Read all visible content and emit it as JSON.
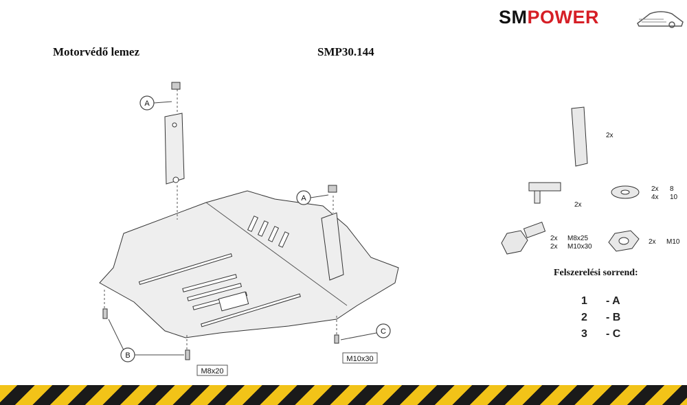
{
  "brand": {
    "part1": "SM",
    "part2": "POWER"
  },
  "header": {
    "title_left": "Motorvédő lemez",
    "title_right": "SMP30.144"
  },
  "callouts": {
    "a_top": "A",
    "a_right": "A",
    "b": "B",
    "c": "C"
  },
  "bolt_labels": {
    "left": "M8x20",
    "right": "M10x30"
  },
  "parts_list": {
    "bracket_qty": "2x",
    "bolt_clip_qty": "2x",
    "washer_qty_1": "2x",
    "washer_size_1": "8",
    "washer_qty_2": "4x",
    "washer_size_2": "10",
    "bolt_qty_1": "2x",
    "bolt_size_1": "M8x25",
    "bolt_qty_2": "2x",
    "bolt_size_2": "M10x30",
    "nut_qty": "2x",
    "nut_size": "M10"
  },
  "sequence": {
    "title": "Felszerelési sorrend:",
    "steps": [
      {
        "num": "1",
        "letter": "- A"
      },
      {
        "num": "2",
        "letter": "- B"
      },
      {
        "num": "3",
        "letter": "- C"
      }
    ]
  },
  "colors": {
    "brand_red": "#d61f26",
    "hazard_yellow": "#f2c318",
    "hazard_black": "#1a1a1a"
  }
}
